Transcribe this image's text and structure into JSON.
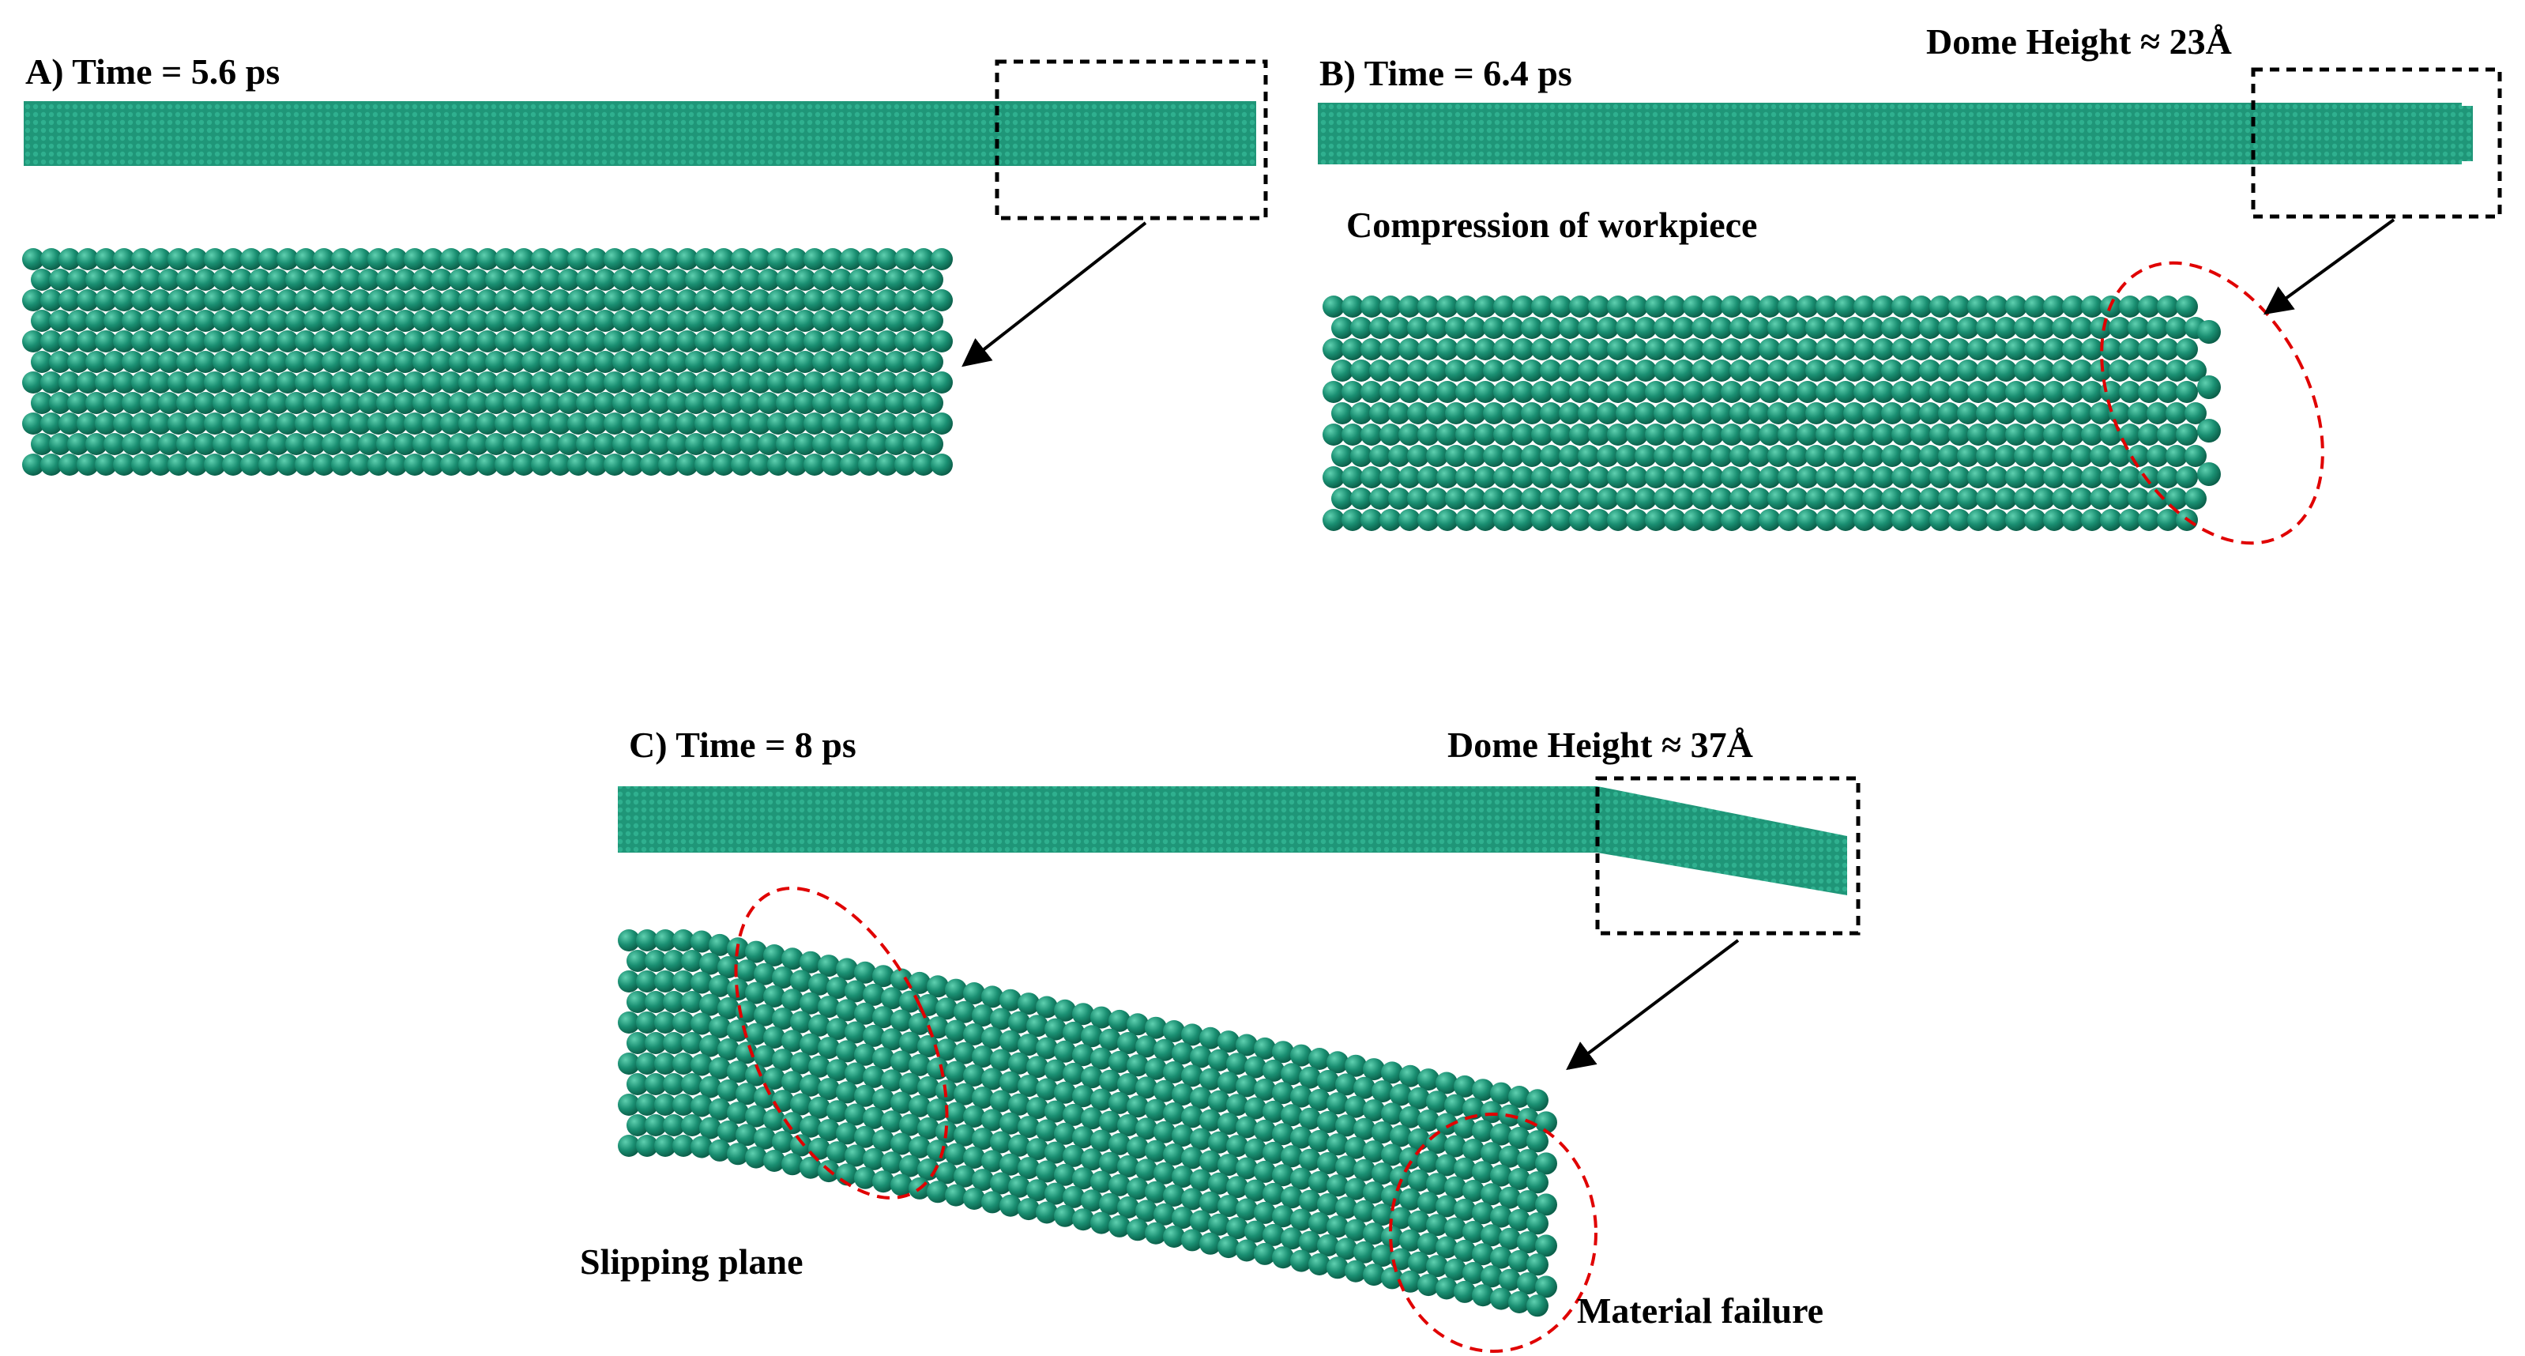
{
  "panels": {
    "a": {
      "title": "A) Time = 5.6 ps"
    },
    "b": {
      "title": "B) Time = 6.4 ps",
      "dome_height": "Dome Height ≈ 23Å",
      "annotation": "Compression of workpiece"
    },
    "c": {
      "title": "C) Time = 8 ps",
      "dome_height": "Dome Height ≈ 37Å",
      "annotation_slip": "Slipping plane",
      "annotation_failure": "Material failure"
    }
  },
  "colors": {
    "atom": "#1a8f72",
    "atom_highlight": "#5fd0b0",
    "atom_shadow": "#0b5e49",
    "dashed_box": "#000000",
    "dashed_ellipse": "#e00000",
    "arrow": "#000000"
  }
}
